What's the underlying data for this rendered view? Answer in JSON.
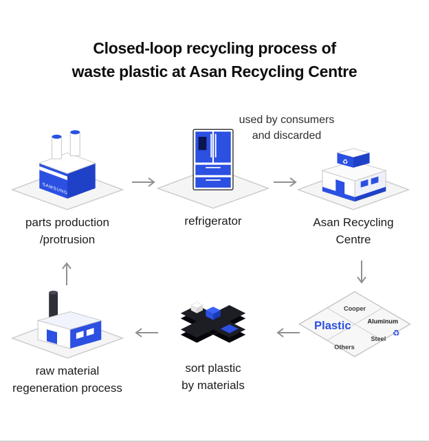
{
  "title": {
    "line1": "Closed-loop recycling process of",
    "line2": "waste plastic at Asan Recycling Centre"
  },
  "annotation": {
    "line1": "used by consumers",
    "line2": "and discarded"
  },
  "nodes": {
    "parts_production": {
      "brand": "SAMSUNG",
      "label_line1": "parts production",
      "label_line2": "/protrusion"
    },
    "refrigerator": {
      "label": "refrigerator"
    },
    "asan_centre": {
      "recycle_symbol": "♻",
      "label_line1": "Asan Recycling",
      "label_line2": "Centre"
    },
    "materials": {
      "plastic": "Plastic",
      "cooper": "Cooper",
      "aluminum": "Aluminum",
      "steel": "Steel",
      "others": "Others",
      "recycle_symbol": "♻"
    },
    "sort_plastic": {
      "label_line1": "sort plastic",
      "label_line2": "by materials"
    },
    "raw_material": {
      "label_line1": "raw material",
      "label_line2": "regeneration process"
    }
  },
  "colors": {
    "accent_blue": "#2b50e2",
    "accent_blue_dark": "#1f41c8",
    "arrow_gray": "#8f8f8f",
    "platform_fill": "#f5f5f5",
    "platform_stroke": "#c9c9c9"
  }
}
